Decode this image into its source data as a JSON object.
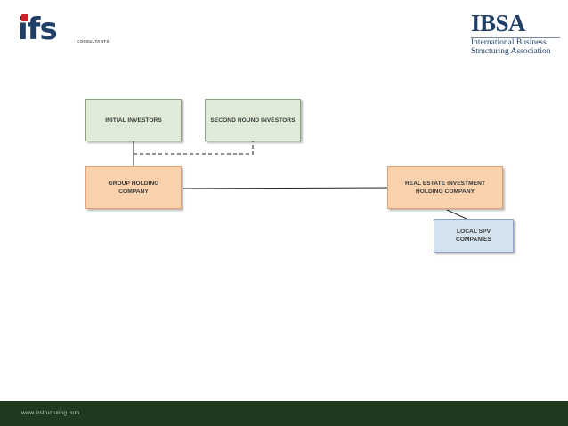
{
  "header": {
    "ifs_logo_text": "ifs",
    "ifs_subtitle": "CONSULTANTS",
    "ibsa_logo_text": "IBSA",
    "ibsa_line1": "International Business",
    "ibsa_line2": "Structuring Association"
  },
  "diagram": {
    "nodes": {
      "initial_investors": "INITIAL INVESTORS",
      "second_round_investors": "SECOND ROUND INVESTORS",
      "group_holding_line1": "GROUP HOLDING",
      "group_holding_line2": "COMPANY",
      "real_estate_line1": "REAL ESTATE INVESTMENT",
      "real_estate_line2": "HOLDING COMPANY",
      "local_spv_line1": "LOCAL SPV",
      "local_spv_line2": "COMPANIES"
    },
    "colors": {
      "investor_fill": "#e0ebd9",
      "holding_fill": "#f9d1ac",
      "spv_fill": "#d4e1ef",
      "footer_bar": "#1f3a1e"
    }
  },
  "footer": {
    "url": "www.ibstructuring.com"
  }
}
